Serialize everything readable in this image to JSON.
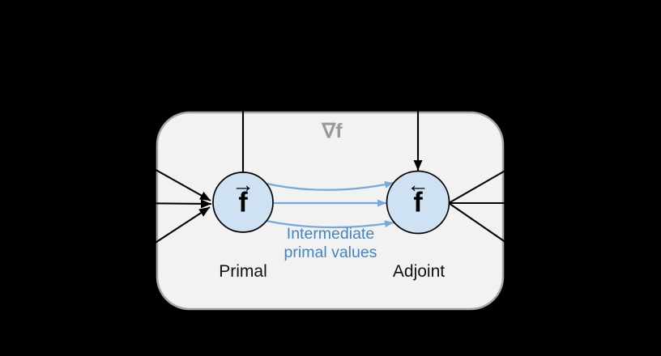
{
  "canvas": {
    "background": "#000000"
  },
  "diagram": {
    "box": {
      "fill": "#f2f2f2",
      "border": "#a6a6a6"
    },
    "gradient_label": "∇f",
    "nodes": [
      {
        "id": "primal",
        "symbol": "f",
        "arrow": "→",
        "label": "Primal"
      },
      {
        "id": "adjoint",
        "symbol": "f",
        "arrow": "←",
        "label": "Adjoint"
      }
    ],
    "intermediate_label": {
      "line1": "Intermediate",
      "line2": "primal values"
    },
    "colors": {
      "node_fill": "#cfe2f3",
      "node_stroke": "#000000",
      "flow_blue": "#76a9dc",
      "text_blue": "#4284c4",
      "line_black": "#000000",
      "gradient_gray": "#999999"
    }
  }
}
